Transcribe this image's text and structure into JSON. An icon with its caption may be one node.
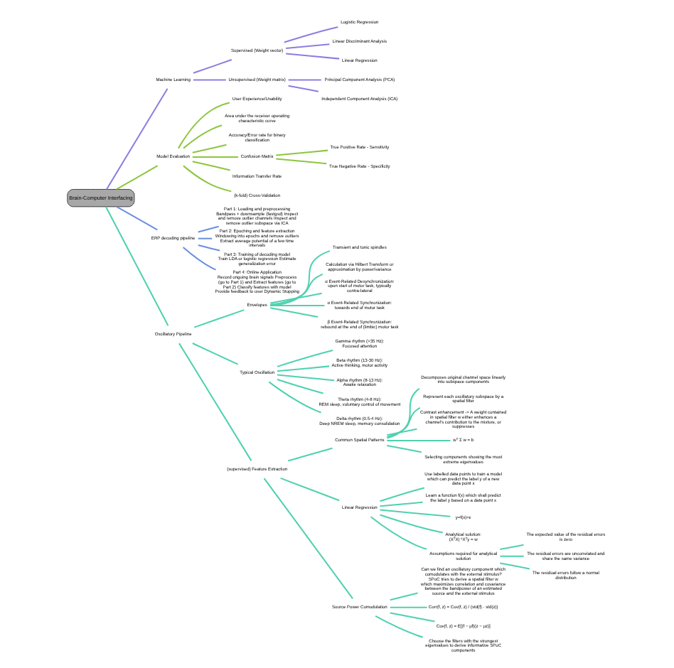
{
  "diagram": {
    "nodes": [
      {
        "text": [
          "Brain-Computer Interfacing"
        ]
      },
      {
        "text": [
          "Machine Learning"
        ]
      },
      {
        "text": [
          "Supervised (Weight vector)"
        ]
      },
      {
        "text": [
          "Logistic Regression"
        ]
      },
      {
        "text": [
          "Linear Discriminant Analysis"
        ]
      },
      {
        "text": [
          "Linear Regression"
        ]
      },
      {
        "text": [
          "Unsupervised (Weight matrix)"
        ]
      },
      {
        "text": [
          "Principal Component Analysis (PCA)"
        ]
      },
      {
        "text": [
          "Independent Component Analysis (ICA)"
        ]
      },
      {
        "text": [
          "Model Evaluation"
        ]
      },
      {
        "text": [
          "User Experience/Usability"
        ]
      },
      {
        "text": [
          "Area under the receiver operating characteristic curve"
        ]
      },
      {
        "text": [
          "Accuracy/Error rate for binary classification"
        ]
      },
      {
        "text": [
          "Confusion Matrix"
        ]
      },
      {
        "text": [
          "True Positive Rate - Sensitivity"
        ]
      },
      {
        "text": [
          "True Negative Rate - Specificity"
        ]
      },
      {
        "text": [
          "Information Transfer Rate"
        ]
      },
      {
        "text": [
          "(k-fold) Cross-Validation"
        ]
      },
      {
        "text": [
          "ERP decoding pipeline"
        ]
      },
      {
        "text": [
          "Part 1: Loading and preprocessing",
          "Bandpass + downsample (fastgsd) Inspect and remove outlier channels Inspect and remove outlier subspace via ICA"
        ]
      },
      {
        "text": [
          "Part 2: Epoching and feature extraction",
          "Windowing into epochs and remove outliers Extract average potential of a few time intervals"
        ]
      },
      {
        "text": [
          "Part 3: Training of decoding model",
          "Train LDA or logistic regression Estimate generalization error"
        ]
      },
      {
        "text": [
          "Part 4: Online Application",
          "Record ongoing brain signals Preprocess (go to Part 1) and Extract features (go to Part 2) Classify features with model Provide feedback to user Dynamic Stopping"
        ]
      },
      {
        "text": [
          "Oscillatory Pipeline"
        ]
      },
      {
        "text": [
          "Envelopes"
        ]
      },
      {
        "text": [
          "Transient and tonic spindles"
        ]
      },
      {
        "text": [
          "Calculation via Hilbert Transform or approximation by power/variance"
        ]
      },
      {
        "text": [
          "α Event-Related Desynchronization:",
          "upon start of motor task, typically contra-lateral"
        ]
      },
      {
        "text": [
          "α Event-Related Synchronization:",
          "towards end of motor task"
        ]
      },
      {
        "text": [
          "β Event-Related Synchronization:",
          "rebound at the end of (limbic) motor task"
        ]
      },
      {
        "text": [
          "Typical Oscillation"
        ]
      },
      {
        "text": [
          "Gamma rhythm (>35 Hz):",
          "Focused attention"
        ]
      },
      {
        "text": [
          "Beta rhythm (13-30 Hz):",
          "Active thinking, motor activity"
        ]
      },
      {
        "text": [
          "Alpha rhythm (8-13 Hz):",
          "Awake relaxation"
        ]
      },
      {
        "text": [
          "Theta rhythm (4-8 Hz):",
          "REM sleep, voluntary control of movement"
        ]
      },
      {
        "text": [
          "Delta rhythm (0.5-4 Hz):",
          "Deep NREM sleep, memory consolidation"
        ]
      },
      {
        "text": [
          "(supervised) Feature Extraction"
        ]
      },
      {
        "text": [
          "Common Spatial Patterns"
        ]
      },
      {
        "text": [
          "Decomposes original channel space linearly into subspace components"
        ]
      },
      {
        "text": [
          "Represent each oscillatory subspace by a spatial filter"
        ]
      },
      {
        "text": [
          "Contrast enhancement -> A weight contained in spatial filter w either enhances a channel's contribution to the mixture, or suppresses"
        ]
      },
      {
        "text": [
          "wᵀ Σ w = b"
        ]
      },
      {
        "text": [
          "Selecting components showing the most extreme eigenvalues"
        ]
      },
      {
        "text": [
          "Linear Regression"
        ]
      },
      {
        "text": [
          "Use labelled data points to train a model which can predict the label y of a new data point x"
        ]
      },
      {
        "text": [
          "Learn a function f(x) which shall predict the label y based on a data point x"
        ]
      },
      {
        "text": [
          "y=f(x)+ε"
        ]
      },
      {
        "text": [
          "Analytical solution:",
          "(XᵀX)⁻¹Xᵀy = w"
        ]
      },
      {
        "text": [
          "Assumptions required for analytical solution"
        ]
      },
      {
        "text": [
          "The expected value of the residual errors is zero"
        ]
      },
      {
        "text": [
          "The residual errors are uncorrelated and share the same variance"
        ]
      },
      {
        "text": [
          "The residual errors follow a normal distribution"
        ]
      },
      {
        "text": [
          "Source Power Comodulation"
        ]
      },
      {
        "text": [
          "Can we find an oscillatory component which comodulates with the external stimulus? SPoC tries to derive a spatial filter w which maximizes correlation and covariance between the bandpower of an estimated source and the external stimulus"
        ]
      },
      {
        "text": [
          "Corr(f, z) = Cov(f, z) / (std(f) · std(z))"
        ]
      },
      {
        "text": [
          "Cov(f, z) = E[(f − μf)(z − μz)]"
        ]
      },
      {
        "text": [
          "Choose the filters with the strongest eigenvalues to derive informative SPoC components"
        ]
      }
    ],
    "edges": [
      {
        "from": 0,
        "to": 1,
        "arrow": "none",
        "color": "#8c7ee0"
      },
      {
        "from": 1,
        "to": 2,
        "arrow": "none",
        "color": "#8c7ee0"
      },
      {
        "from": 2,
        "to": 3,
        "arrow": "none",
        "color": "#8c7ee0"
      },
      {
        "from": 2,
        "to": 4,
        "arrow": "none",
        "color": "#8c7ee0"
      },
      {
        "from": 2,
        "to": 5,
        "arrow": "none",
        "color": "#8c7ee0"
      },
      {
        "from": 1,
        "to": 6,
        "arrow": "none",
        "color": "#8c7ee0"
      },
      {
        "from": 6,
        "to": 7,
        "arrow": "none",
        "color": "#8c7ee0"
      },
      {
        "from": 6,
        "to": 8,
        "arrow": "none",
        "color": "#8c7ee0"
      },
      {
        "from": 0,
        "to": 9,
        "arrow": "none",
        "color": "#8cc63f"
      },
      {
        "from": 9,
        "to": 10,
        "arrow": "none",
        "color": "#8cc63f"
      },
      {
        "from": 9,
        "to": 11,
        "arrow": "none",
        "color": "#8cc63f"
      },
      {
        "from": 9,
        "to": 12,
        "arrow": "none",
        "color": "#8cc63f"
      },
      {
        "from": 9,
        "to": 13,
        "arrow": "none",
        "color": "#8cc63f"
      },
      {
        "from": 13,
        "to": 14,
        "arrow": "none",
        "color": "#8cc63f"
      },
      {
        "from": 13,
        "to": 15,
        "arrow": "none",
        "color": "#8cc63f"
      },
      {
        "from": 9,
        "to": 16,
        "arrow": "none",
        "color": "#8cc63f"
      },
      {
        "from": 9,
        "to": 17,
        "arrow": "none",
        "color": "#8cc63f"
      },
      {
        "from": 0,
        "to": 18,
        "arrow": "none",
        "color": "#6a8fe0"
      },
      {
        "from": 18,
        "to": 19,
        "arrow": "none",
        "color": "#6a8fe0"
      },
      {
        "from": 18,
        "to": 20,
        "arrow": "none",
        "color": "#6a8fe0"
      },
      {
        "from": 18,
        "to": 21,
        "arrow": "none",
        "color": "#6a8fe0"
      },
      {
        "from": 18,
        "to": 22,
        "arrow": "none",
        "color": "#6a8fe0"
      },
      {
        "from": 0,
        "to": 23,
        "arrow": "none"
      },
      {
        "from": 23,
        "to": 24,
        "arrow": "none"
      },
      {
        "from": 24,
        "to": 25,
        "arrow": "none"
      },
      {
        "from": 24,
        "to": 26,
        "arrow": "none"
      },
      {
        "from": 24,
        "to": 27,
        "arrow": "none"
      },
      {
        "from": 24,
        "to": 28,
        "arrow": "none"
      },
      {
        "from": 24,
        "to": 29,
        "arrow": "none"
      },
      {
        "from": 23,
        "to": 30,
        "arrow": "none"
      },
      {
        "from": 30,
        "to": 31,
        "arrow": "none"
      },
      {
        "from": 30,
        "to": 32,
        "arrow": "none"
      },
      {
        "from": 30,
        "to": 33,
        "arrow": "none"
      },
      {
        "from": 30,
        "to": 34,
        "arrow": "none"
      },
      {
        "from": 30,
        "to": 35,
        "arrow": "none"
      },
      {
        "from": 23,
        "to": 36,
        "arrow": "none"
      },
      {
        "from": 36,
        "to": 37,
        "arrow": "none"
      },
      {
        "from": 37,
        "to": 38,
        "arrow": "none"
      },
      {
        "from": 37,
        "to": 39,
        "arrow": "none"
      },
      {
        "from": 37,
        "to": 40,
        "arrow": "none"
      },
      {
        "from": 37,
        "to": 41,
        "arrow": "none"
      },
      {
        "from": 37,
        "to": 42,
        "arrow": "none"
      },
      {
        "from": 36,
        "to": 43,
        "arrow": "none"
      },
      {
        "from": 43,
        "to": 44,
        "arrow": "none"
      },
      {
        "from": 43,
        "to": 45,
        "arrow": "none"
      },
      {
        "from": 43,
        "to": 46,
        "arrow": "none"
      },
      {
        "from": 43,
        "to": 47,
        "arrow": "none"
      },
      {
        "from": 43,
        "to": 48,
        "arrow": "none"
      },
      {
        "from": 48,
        "to": 49,
        "arrow": "none"
      },
      {
        "from": 48,
        "to": 50,
        "arrow": "none"
      },
      {
        "from": 48,
        "to": 51,
        "arrow": "none"
      },
      {
        "from": 36,
        "to": 52,
        "arrow": "none"
      },
      {
        "from": 52,
        "to": 53,
        "arrow": "none"
      },
      {
        "from": 52,
        "to": 54,
        "arrow": "none"
      },
      {
        "from": 52,
        "to": 55,
        "arrow": "none"
      },
      {
        "from": 52,
        "to": 56,
        "arrow": "none"
      }
    ]
  }
}
